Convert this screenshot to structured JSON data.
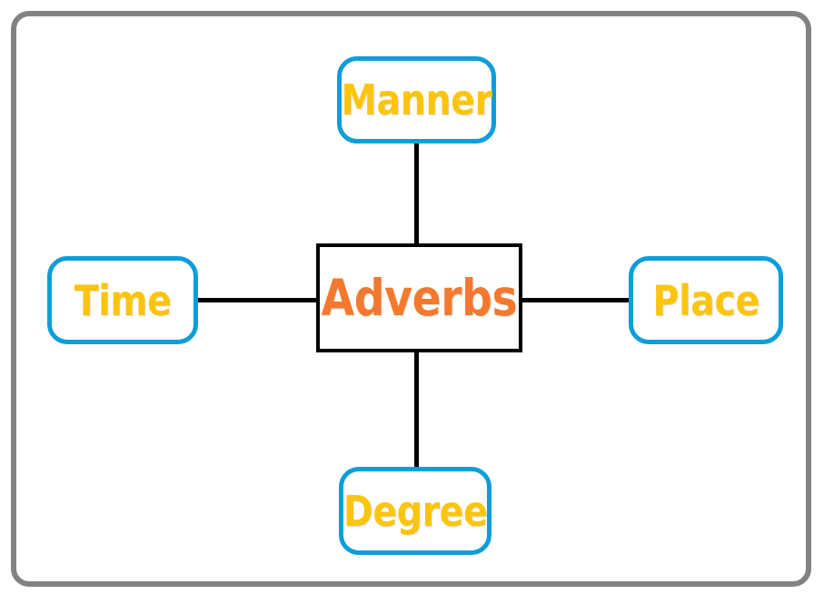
{
  "diagram": {
    "title": "Adverbs",
    "type": "mind-map",
    "center": {
      "label": "Adverbs",
      "text_color": "#f4792e",
      "border_color": "#000000",
      "shape": "rectangle"
    },
    "branches": [
      {
        "id": "manner",
        "label": "Manner",
        "position": "top",
        "text_color": "#fcc50d",
        "border_color": "#0d9ddb",
        "shape": "rounded-rectangle"
      },
      {
        "id": "time",
        "label": "Time",
        "position": "left",
        "text_color": "#fcc50d",
        "border_color": "#0d9ddb",
        "shape": "rounded-rectangle"
      },
      {
        "id": "place",
        "label": "Place",
        "position": "right",
        "text_color": "#fcc50d",
        "border_color": "#0d9ddb",
        "shape": "rounded-rectangle"
      },
      {
        "id": "degree",
        "label": "Degree",
        "position": "bottom",
        "text_color": "#fcc50d",
        "border_color": "#0d9ddb",
        "shape": "rounded-rectangle"
      }
    ],
    "connectors": [
      {
        "from": "adverbs",
        "to": "manner",
        "orientation": "vertical"
      },
      {
        "from": "adverbs",
        "to": "degree",
        "orientation": "vertical"
      },
      {
        "from": "adverbs",
        "to": "time",
        "orientation": "horizontal"
      },
      {
        "from": "adverbs",
        "to": "place",
        "orientation": "horizontal"
      }
    ],
    "connector_color": "#000000",
    "frame_color": "#828282",
    "background_color": "#ffffff"
  }
}
